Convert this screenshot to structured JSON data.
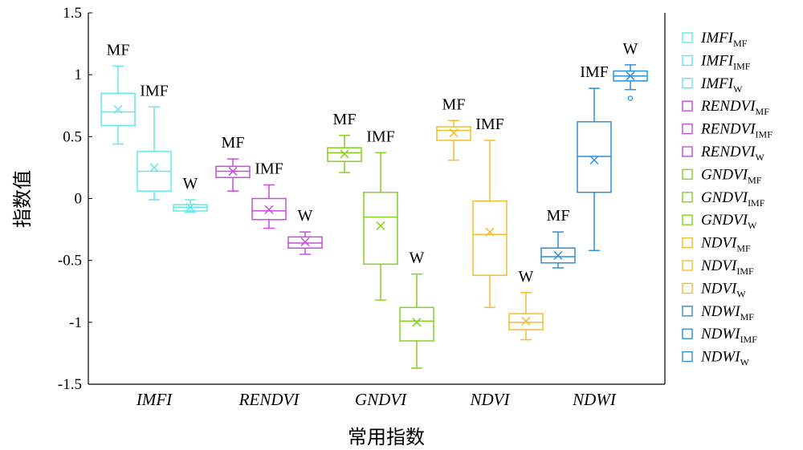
{
  "chart_data": {
    "type": "box",
    "title": "",
    "xlabel": "常用指数",
    "ylabel": "指数值",
    "ylim": [
      -1.5,
      1.5
    ],
    "yticks": [
      "1.5",
      "1",
      "0.5",
      "0",
      "-0.5",
      "-1",
      "-1.5"
    ],
    "ytick_values": [
      1.5,
      1,
      0.5,
      0,
      -0.5,
      -1,
      -1.5
    ],
    "categories": [
      "IMFI",
      "RENDVI",
      "GNDVI",
      "NDVI",
      "NDWI"
    ],
    "legend_position": "right",
    "groups": [
      {
        "category": "IMFI",
        "color": "#66E8E8",
        "boxes": [
          {
            "label": "MF",
            "legend_main": "IMFI",
            "legend_sub": "MF",
            "min": 0.44,
            "q1": 0.59,
            "median": 0.7,
            "q3": 0.85,
            "max": 1.07,
            "mean": 0.72,
            "outliers": []
          },
          {
            "label": "IMF",
            "legend_main": "IMFI",
            "legend_sub": "IMF",
            "min": -0.01,
            "q1": 0.06,
            "median": 0.22,
            "q3": 0.38,
            "max": 0.74,
            "mean": 0.25,
            "outliers": []
          },
          {
            "label": "W",
            "legend_main": "IMFI",
            "legend_sub": "W",
            "min": -0.11,
            "q1": -0.1,
            "median": -0.07,
            "q3": -0.05,
            "max": -0.01,
            "mean": -0.07,
            "outliers": []
          }
        ]
      },
      {
        "category": "RENDVI",
        "color": "#C64DDE",
        "boxes": [
          {
            "label": "MF",
            "legend_main": "RENDVI",
            "legend_sub": "MF",
            "min": 0.06,
            "q1": 0.17,
            "median": 0.22,
            "q3": 0.26,
            "max": 0.32,
            "mean": 0.22,
            "outliers": []
          },
          {
            "label": "IMF",
            "legend_main": "RENDVI",
            "legend_sub": "IMF",
            "min": -0.24,
            "q1": -0.17,
            "median": -0.1,
            "q3": 0.0,
            "max": 0.11,
            "mean": -0.09,
            "outliers": []
          },
          {
            "label": "W",
            "legend_main": "RENDVI",
            "legend_sub": "W",
            "min": -0.45,
            "q1": -0.4,
            "median": -0.36,
            "q3": -0.31,
            "max": -0.27,
            "mean": -0.35,
            "outliers": []
          }
        ]
      },
      {
        "category": "GNDVI",
        "color": "#86D11F",
        "boxes": [
          {
            "label": "MF",
            "legend_main": "GNDVI",
            "legend_sub": "MF",
            "min": 0.21,
            "q1": 0.3,
            "median": 0.37,
            "q3": 0.41,
            "max": 0.51,
            "mean": 0.36,
            "outliers": []
          },
          {
            "label": "IMF",
            "legend_main": "GNDVI",
            "legend_sub": "IMF",
            "min": -0.82,
            "q1": -0.53,
            "median": -0.15,
            "q3": 0.05,
            "max": 0.37,
            "mean": -0.22,
            "outliers": []
          },
          {
            "label": "W",
            "legend_main": "GNDVI",
            "legend_sub": "W",
            "min": -1.37,
            "q1": -1.15,
            "median": -0.99,
            "q3": -0.88,
            "max": -0.61,
            "mean": -1.0,
            "outliers": []
          }
        ]
      },
      {
        "category": "NDVI",
        "color": "#F2BE2C",
        "boxes": [
          {
            "label": "MF",
            "legend_main": "NDVI",
            "legend_sub": "MF",
            "min": 0.31,
            "q1": 0.47,
            "median": 0.55,
            "q3": 0.58,
            "max": 0.63,
            "mean": 0.53,
            "outliers": []
          },
          {
            "label": "IMF",
            "legend_main": "NDVI",
            "legend_sub": "IMF",
            "min": -0.88,
            "q1": -0.62,
            "median": -0.29,
            "q3": -0.02,
            "max": 0.47,
            "mean": -0.27,
            "outliers": []
          },
          {
            "label": "W",
            "legend_main": "NDVI",
            "legend_sub": "W",
            "min": -1.14,
            "q1": -1.06,
            "median": -1.0,
            "q3": -0.93,
            "max": -0.76,
            "mean": -0.99,
            "outliers": []
          }
        ]
      },
      {
        "category": "NDWI",
        "color": "#2F8FDA",
        "boxes": [
          {
            "label": "MF",
            "legend_main": "NDWI",
            "legend_sub": "MF",
            "min": -0.56,
            "q1": -0.52,
            "median": -0.47,
            "q3": -0.4,
            "max": -0.27,
            "mean": -0.46,
            "outliers": []
          },
          {
            "label": "IMF",
            "legend_main": "NDWI",
            "legend_sub": "IMF",
            "min": -0.42,
            "q1": 0.05,
            "median": 0.34,
            "q3": 0.62,
            "max": 0.89,
            "mean": 0.31,
            "outliers": []
          },
          {
            "label": "W",
            "legend_main": "NDWI",
            "legend_sub": "W",
            "min": 0.88,
            "q1": 0.95,
            "median": 0.99,
            "q3": 1.03,
            "max": 1.08,
            "mean": 0.99,
            "outliers": [
              0.81
            ]
          }
        ]
      }
    ]
  }
}
